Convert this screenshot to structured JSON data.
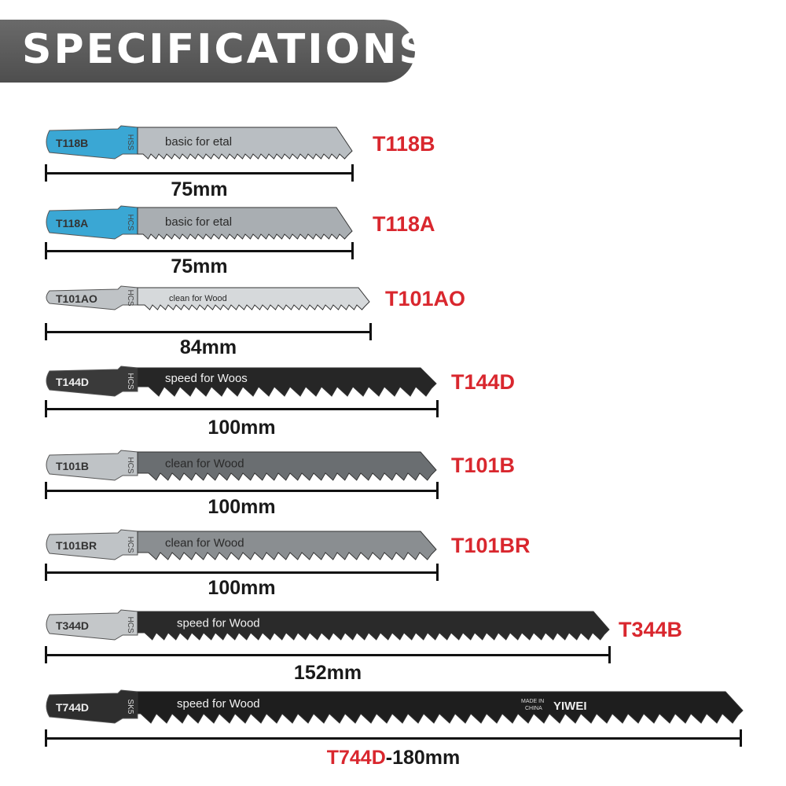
{
  "header": {
    "title": "SPECIFICATIONS"
  },
  "blades": [
    {
      "code": "T118B",
      "label": "T118B",
      "hcs": "HSS",
      "brand1": "basic",
      "brand2": "for",
      "brand3": "etal",
      "length": "75mm",
      "tooth": "fine",
      "shank": "#3aa7d4",
      "body": "#b9bec2"
    },
    {
      "code": "T118A",
      "label": "T118A",
      "hcs": "HCS",
      "brand1": "basic",
      "brand2": "for",
      "brand3": "etal",
      "length": "75mm",
      "tooth": "fine",
      "shank": "#3aa7d4",
      "body": "#a9aeb2"
    },
    {
      "code": "T101AO",
      "label": "T101AO",
      "hcs": "HCS",
      "brand1": "clean",
      "brand2": "for",
      "brand3": "Wood",
      "length": "84mm",
      "tooth": "fine",
      "shank": "#bfc3c6",
      "body": "#d6d9db"
    },
    {
      "code": "T144D",
      "label": "T144D",
      "hcs": "HCS",
      "brand1": "speed",
      "brand2": "for",
      "brand3": "Woos",
      "length": "100mm",
      "tooth": "coarse",
      "shank": "#3a3a3a",
      "body": "#262626"
    },
    {
      "code": "T101B",
      "label": "T101B",
      "hcs": "HCS",
      "brand1": "clean",
      "brand2": "for",
      "brand3": "Wood",
      "length": "100mm",
      "tooth": "medium",
      "shank": "#bfc3c6",
      "body": "#6a6e71"
    },
    {
      "code": "T101BR",
      "label": "T101BR",
      "hcs": "HCS",
      "brand1": "clean",
      "brand2": "for",
      "brand3": "Wood",
      "length": "100mm",
      "tooth": "medium",
      "shank": "#bfc3c6",
      "body": "#8a8e91"
    },
    {
      "code": "T344B",
      "label": "T344D",
      "hcs": "HCS",
      "brand1": "speed",
      "brand2": "for",
      "brand3": "Wood",
      "length": "152mm",
      "tooth": "medium",
      "shank": "#c4c7c9",
      "body": "#2a2a2a"
    },
    {
      "code": "",
      "label": "T744D",
      "hcs": "SK5",
      "brand1": "speed",
      "brand2": "for",
      "brand3": "Wood",
      "length": "-180mm",
      "length_code": "T744D",
      "tooth": "coarse",
      "shank": "#2e2e2e",
      "body": "#1e1e1e",
      "made_in": "MADE IN",
      "made_country": "CHINA",
      "maker": "YIWEI"
    }
  ],
  "colors": {
    "accent": "#d9272e",
    "banner": "#5a5a5a"
  }
}
